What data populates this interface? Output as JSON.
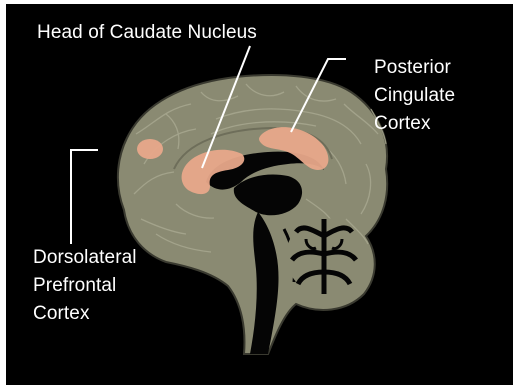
{
  "figure": {
    "labels": {
      "caudate": {
        "lines": [
          "Head of Caudate Nucleus"
        ]
      },
      "cingulate": {
        "lines": [
          "Posterior",
          "Cingulate",
          "Cortex"
        ]
      },
      "dlpfc": {
        "lines": [
          "Dorsolateral",
          "Prefrontal",
          "Cortex"
        ]
      }
    },
    "colors": {
      "background": "#000000",
      "brain_fill": "#8a8a72",
      "brain_outline": "#3a3a30",
      "gyri_lines": "#a8a890",
      "highlight": "#e8a88a",
      "dark_structures": "#050505",
      "leader_lines": "#ffffff",
      "label_text": "#ffffff"
    },
    "region_icons": {
      "brain": "sagittal-brain-section",
      "cerebellum": "cerebellum-arbor-vitae"
    }
  }
}
